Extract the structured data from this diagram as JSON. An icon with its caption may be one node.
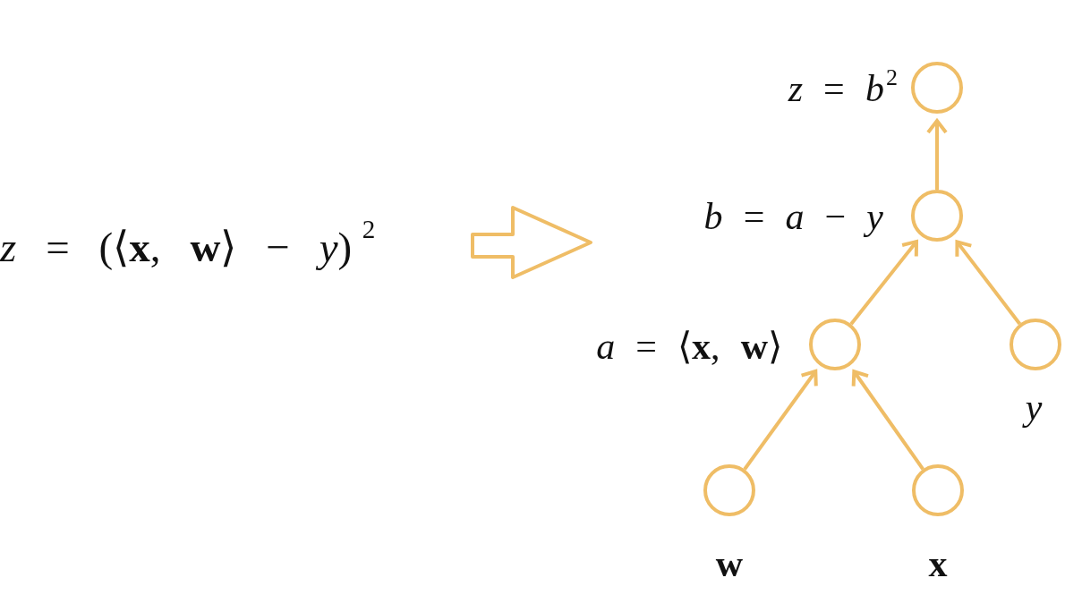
{
  "diagram": {
    "nodes": [
      {
        "text": [],
        "shape": "circle",
        "beside": [
          "*z* = *b*$^{2}$"
        ]
      },
      {
        "text": [],
        "shape": "circle",
        "beside": [
          "*b* = *a* − *y*"
        ]
      },
      {
        "text": [],
        "shape": "circle",
        "beside": [
          "*a* = ⟨**x**, **w**⟩"
        ]
      },
      {
        "text": [],
        "shape": "circle",
        "beside": [
          "y"
        ]
      },
      {
        "text": [],
        "shape": "circle",
        "beside": [
          "w"
        ]
      },
      {
        "text": [],
        "shape": "circle",
        "beside": [
          "x"
        ]
      }
    ],
    "edges": [
      {
        "from": 4,
        "to": 2,
        "arrow": "to"
      },
      {
        "from": 5,
        "to": 2,
        "arrow": "to"
      },
      {
        "from": 2,
        "to": 1,
        "arrow": "to"
      },
      {
        "from": 3,
        "to": 1,
        "arrow": "to"
      },
      {
        "from": 1,
        "to": 0,
        "arrow": "to"
      }
    ],
    "labels": [
      "*z* = (⟨**x**, **w**⟩ − *y*)$^{2}$"
    ]
  }
}
